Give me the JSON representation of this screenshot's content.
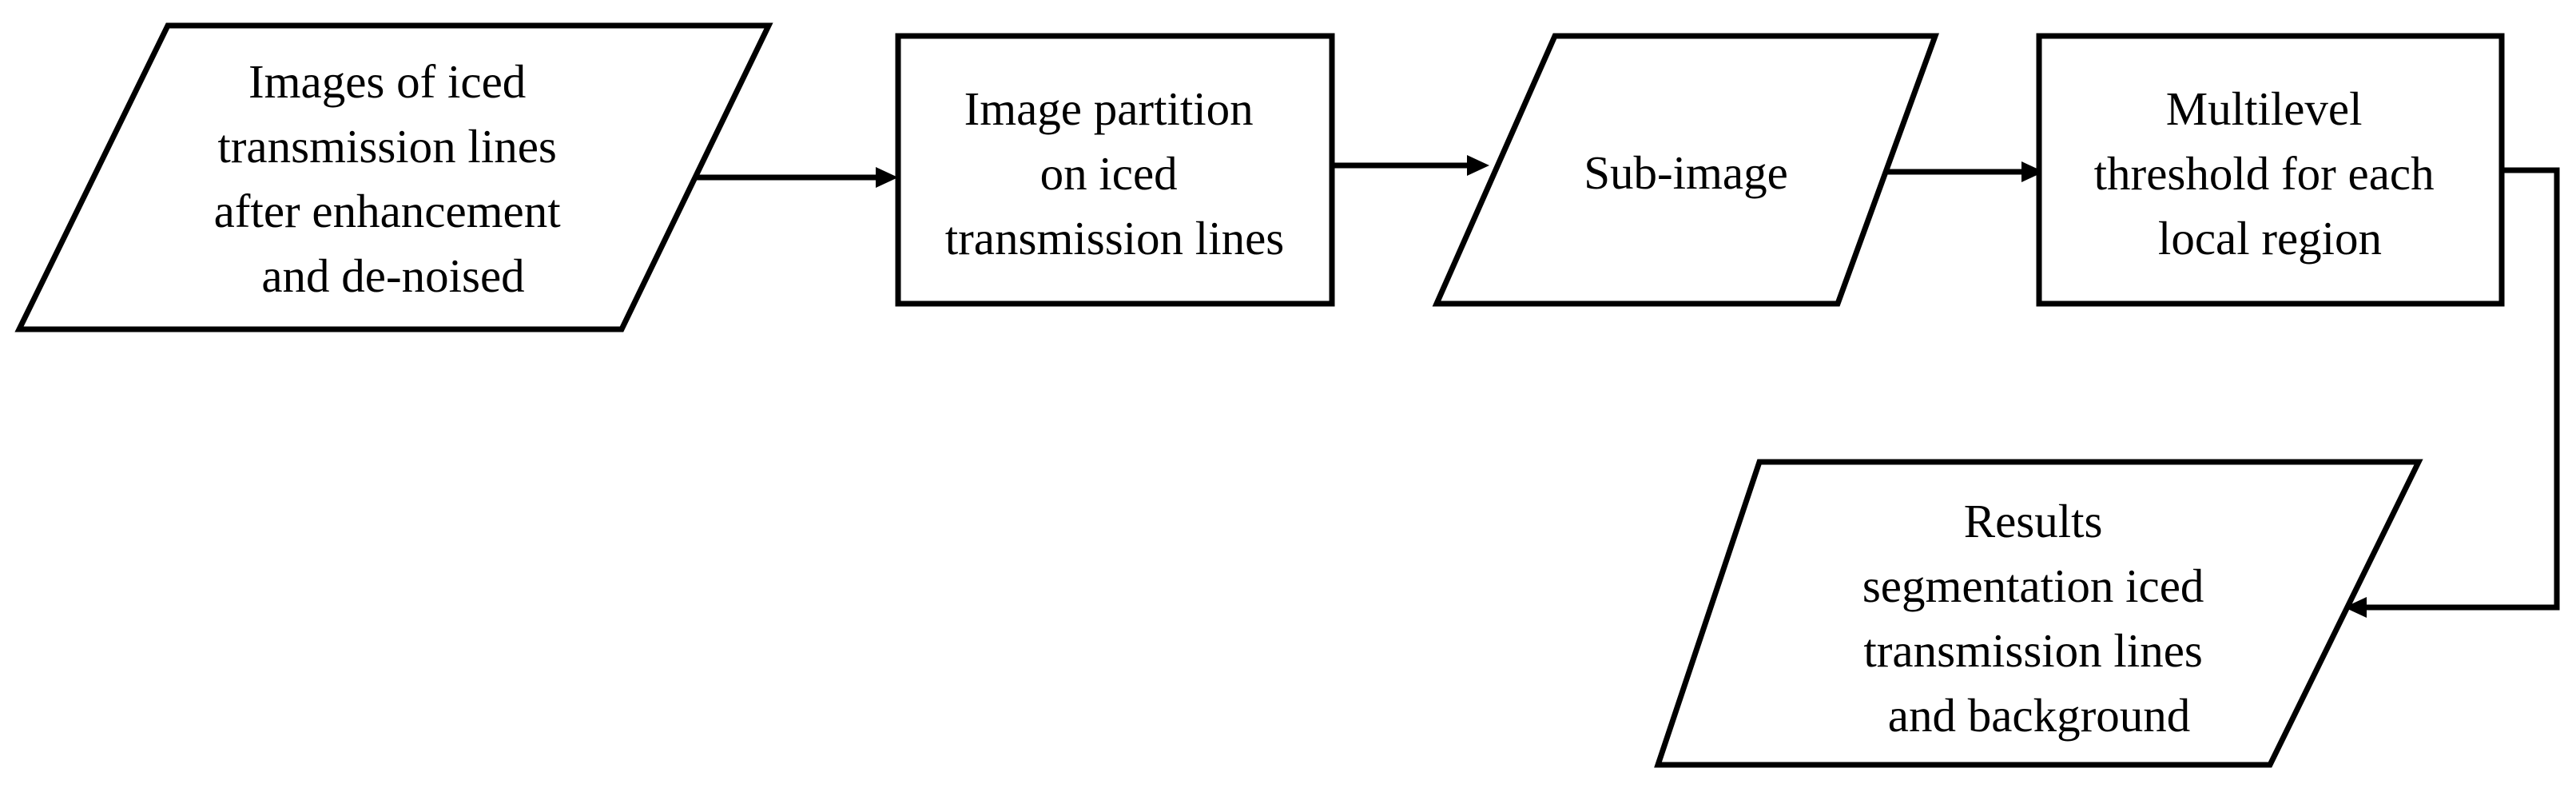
{
  "flowchart": {
    "nodes": {
      "input": {
        "shape": "parallelogram",
        "lines": [
          "Images of iced",
          "transmission lines",
          "after enhancement",
          "and de-noised"
        ]
      },
      "partition": {
        "shape": "rectangle",
        "lines": [
          "Image partition",
          "on iced",
          "transmission lines"
        ]
      },
      "subimage": {
        "shape": "parallelogram",
        "lines": [
          "Sub-image"
        ]
      },
      "threshold": {
        "shape": "rectangle",
        "lines": [
          "Multilevel",
          "threshold for each",
          "local region"
        ]
      },
      "results": {
        "shape": "parallelogram",
        "lines": [
          "Results",
          "segmentation iced",
          "transmission lines",
          "and background"
        ]
      }
    },
    "edges": [
      {
        "from": "input",
        "to": "partition"
      },
      {
        "from": "partition",
        "to": "subimage"
      },
      {
        "from": "subimage",
        "to": "threshold"
      },
      {
        "from": "threshold",
        "to": "results"
      }
    ]
  }
}
